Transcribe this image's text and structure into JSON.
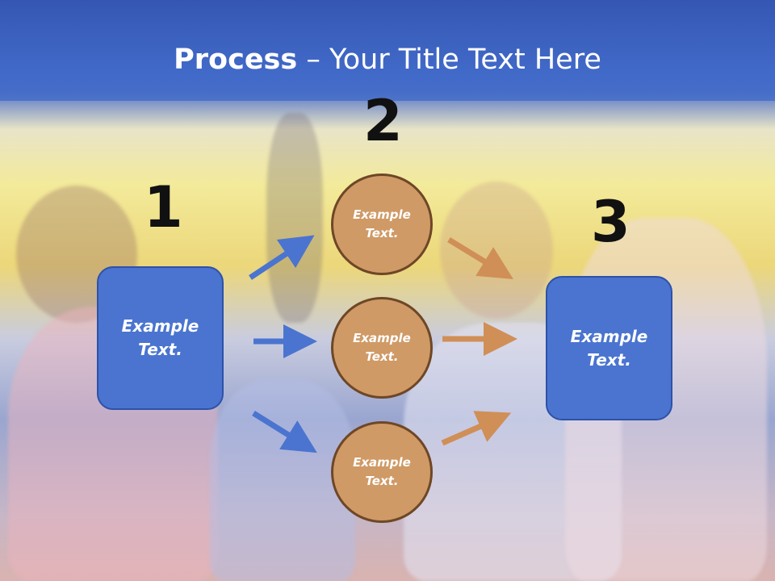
{
  "title": {
    "bold": "Process",
    "rest": " – Your Title Text Here"
  },
  "steps": {
    "n1": "1",
    "n2": "2",
    "n3": "3"
  },
  "left_box": "Example Text.",
  "right_box": "Example Text.",
  "circles": [
    "Example Text.",
    "Example Text.",
    "Example Text."
  ],
  "colors": {
    "blue_box": "#4a74cf",
    "circle_fill": "#cf9a66",
    "blue_arrow": "#4a74cf",
    "orange_arrow": "#d08f57"
  }
}
